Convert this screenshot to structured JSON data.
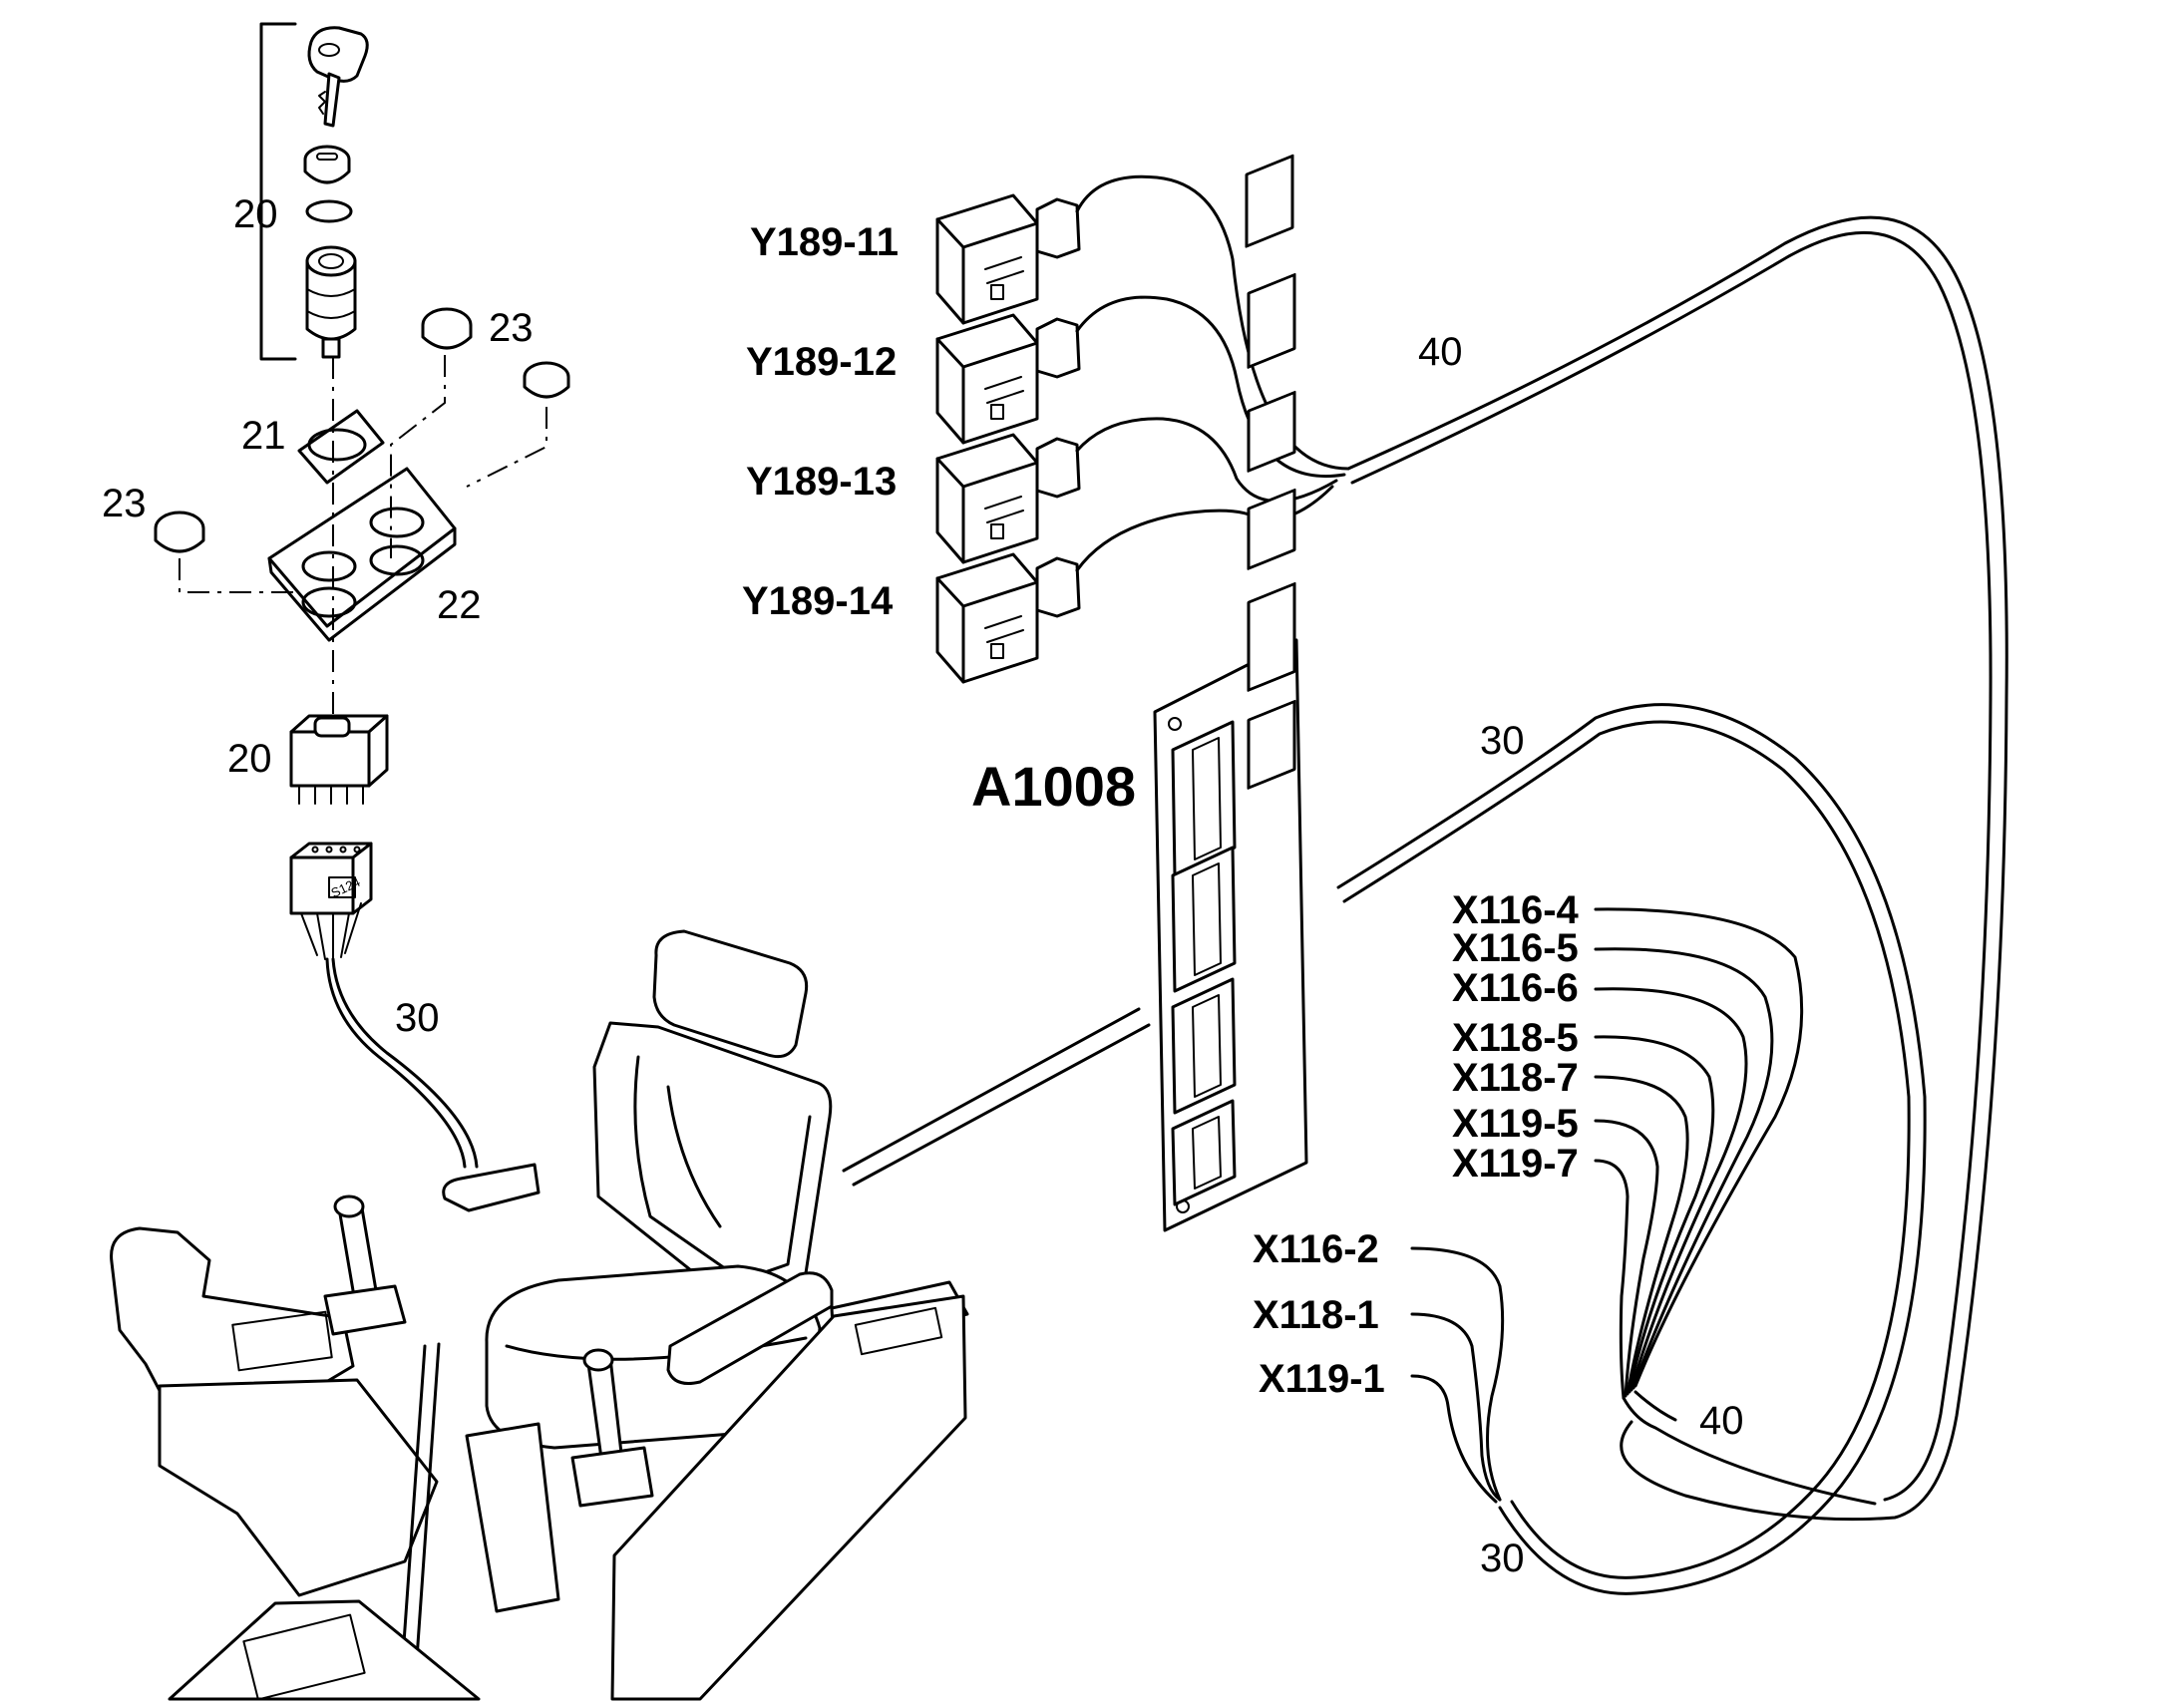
{
  "callouts": {
    "c20_top": "20",
    "c23_a": "23",
    "c21": "21",
    "c23_b": "23",
    "c22": "22",
    "c20_switch": "20",
    "c30_switch": "30",
    "c40_top": "40",
    "c30_mid": "30",
    "c40_bottom": "40",
    "c30_bottom": "30"
  },
  "module_label": "A1008",
  "plug_label": "S124",
  "valve_connectors": [
    "Y189-11",
    "Y189-12",
    "Y189-13",
    "Y189-14"
  ],
  "right_connectors": [
    "X116-4",
    "X116-5",
    "X116-6",
    "X118-5",
    "X118-7",
    "X119-5",
    "X119-7"
  ],
  "lower_connectors": [
    "X116-2",
    "X118-1",
    "X119-1"
  ]
}
